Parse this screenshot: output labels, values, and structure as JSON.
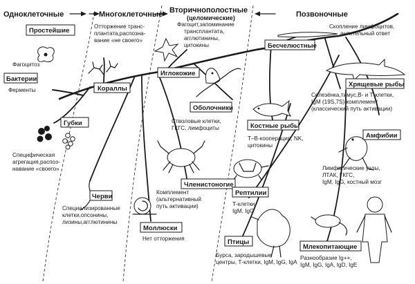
{
  "headers": {
    "unicellular": "Одноклеточные",
    "multicellular": "Многоклеточные",
    "coelom": "Вторичнополостные",
    "coelom_sub": "(целомические)",
    "vertebrates": "Позвоночные"
  },
  "taxa": {
    "protozoa": "Простейшие",
    "bacteria": "Бактерии",
    "corals": "Кораллы",
    "sponges": "Губки",
    "worms": "Черви",
    "molluscs": "Моллюски",
    "echinoderms": "Иглокожие",
    "tunicates": "Оболочники",
    "arthropods": "Членистоногие",
    "agnathans": "Бесчелюстные",
    "cartilaginous": "Хрящевые рыбы",
    "bony_fish": "Костные рыбы",
    "amphibians": "Амфибии",
    "reptiles": "Рептилии",
    "birds": "Птицы",
    "mammals": "Млекопитающие"
  },
  "notes": {
    "phagocytosis": "Фагоцитоз",
    "enzymes": "Ферменты",
    "graft_rejection": [
      "Отторжение транс-",
      "плантата,распозна-",
      "вание «не своего»"
    ],
    "echinoderm_immunity": [
      "Фагоцит,запоминание",
      "трансплантата,",
      "агглютинины,",
      "цитокины"
    ],
    "agnathan_immunity": [
      "Скопление лимфоцитов,",
      "антительный ответ"
    ],
    "sponge_immunity": [
      "Специфическая",
      "агрегация,распоз-",
      "навание «своего»"
    ],
    "tunicate_immunity": [
      "Стволовые клетки,",
      "ГКГС, лимфоциты"
    ],
    "cartilaginous_immunity": [
      "Селезёнка,тимус,В- и Т-клетки,",
      "IgM (19S,7S),комплемент",
      "(классический путь активации)"
    ],
    "bony_fish_immunity": [
      "Т–В-кооперация, NK,",
      "цитокины"
    ],
    "arthropod_immunity": [
      "Комплемент",
      "(альтернативный",
      "путь активации)"
    ],
    "amphibian_immunity": [
      "Лимфатические узлы,",
      "ЛТАК, ГКГС,",
      "IgM, IgG, костный мозг"
    ],
    "worm_immunity": [
      "Специализированные",
      "клетки,опсонины,",
      "лизины,агглютинины"
    ],
    "reptile_immunity": [
      "Т-клетки,",
      "IgM, IgG"
    ],
    "mollusc_immunity": "Нет отторжения",
    "bird_immunity": [
      "Бурса, зародышевые",
      "центры, Т-клетки, IgM, IgG, IgA"
    ],
    "mammal_immunity": [
      "Разнообразие Ig++,",
      "IgM, IgG, IgA, IgD, IgE"
    ]
  }
}
